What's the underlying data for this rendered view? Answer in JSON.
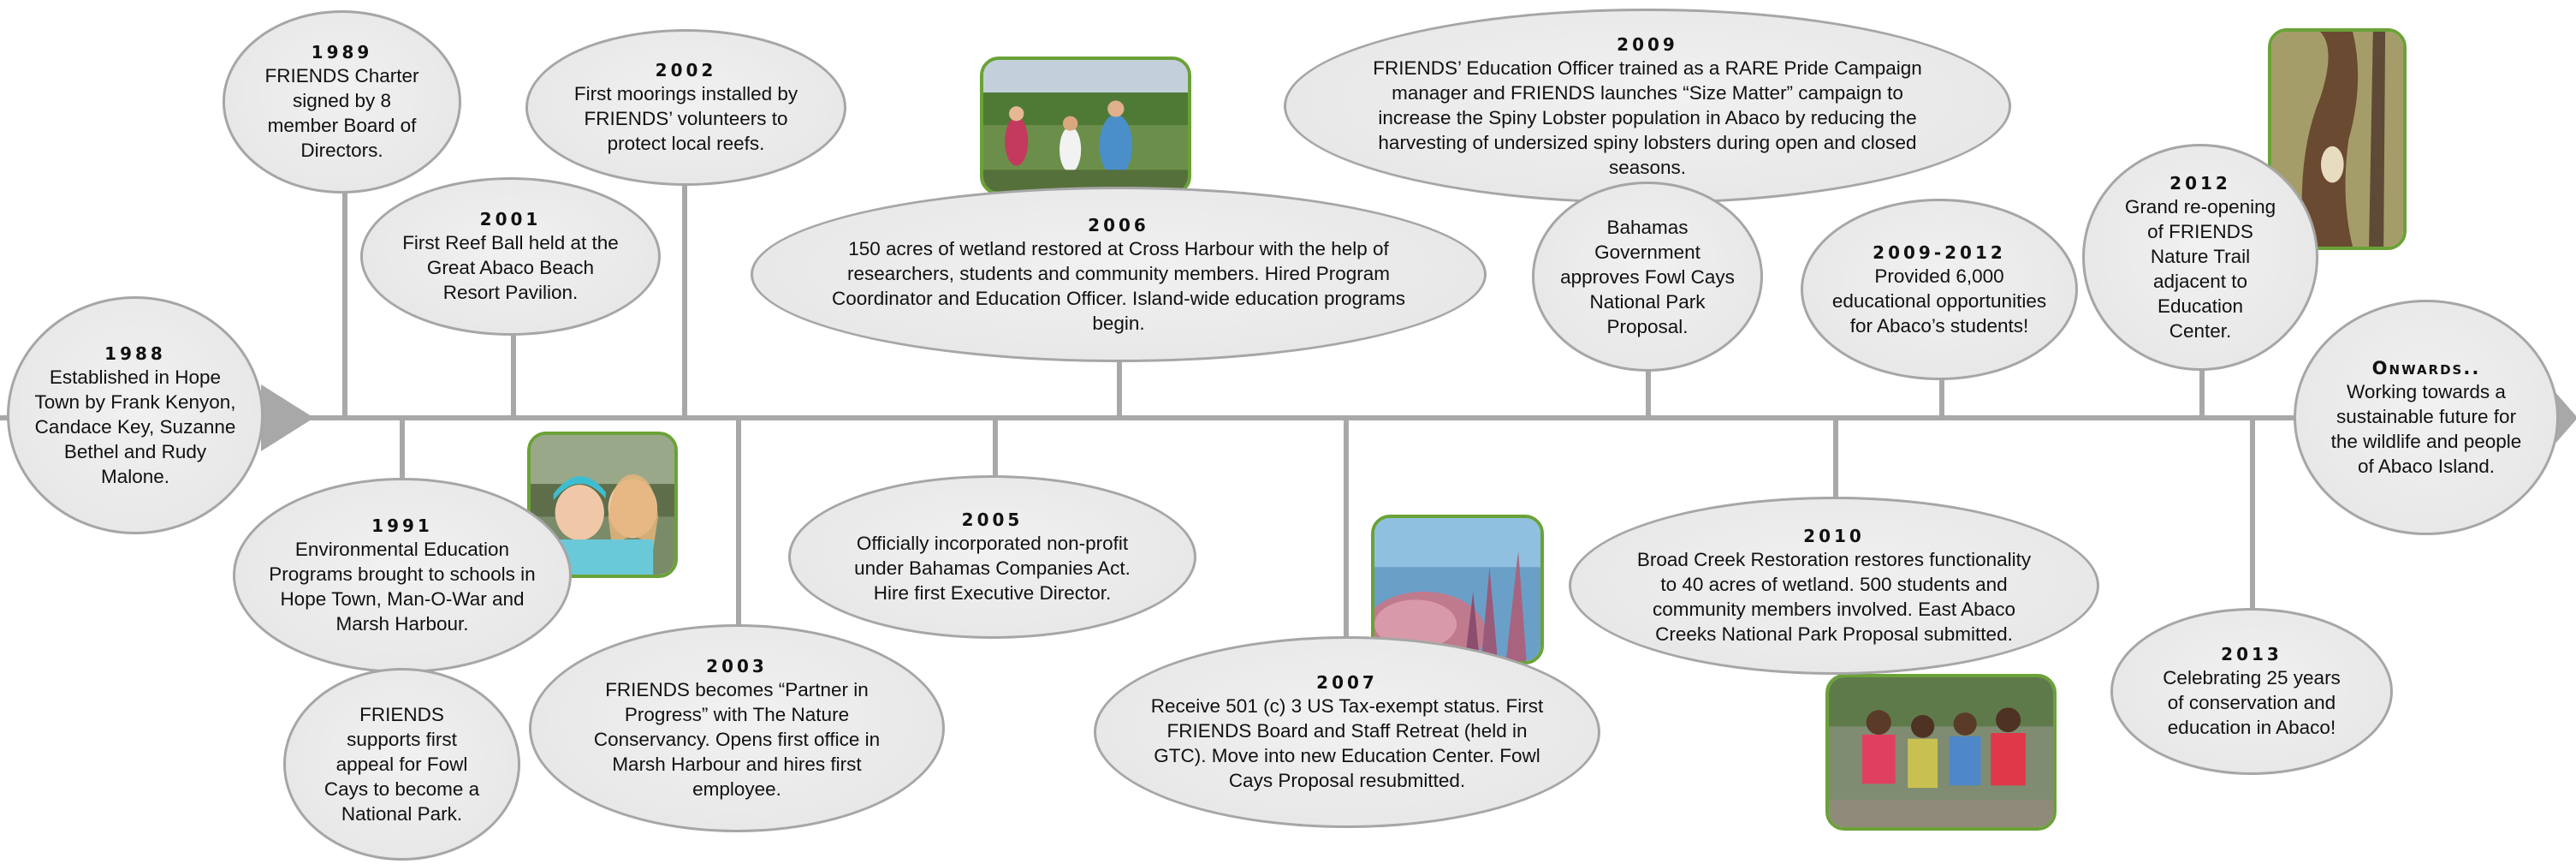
{
  "events": [
    {
      "id": "1988",
      "year": "1988",
      "text": "Established in Hope Town by Frank Kenyon, Candace Key, Suzanne Bethel and Rudy Malone."
    },
    {
      "id": "1989",
      "year": "1989",
      "text": "FRIENDS Charter signed by 8 member Board of Directors."
    },
    {
      "id": "1991",
      "year": "1991",
      "text": "Environmental Education Programs brought to schools in Hope Town, Man-O-War and Marsh Harbour."
    },
    {
      "id": "fowl",
      "year": "",
      "text": "FRIENDS supports first appeal for Fowl Cays to become a National Park."
    },
    {
      "id": "2001",
      "year": "2001",
      "text": "First Reef Ball held at the Great Abaco Beach Resort Pavilion."
    },
    {
      "id": "2002",
      "year": "2002",
      "text": "First moorings installed by FRIENDS’ volunteers to protect local reefs."
    },
    {
      "id": "2003",
      "year": "2003",
      "text": "FRIENDS becomes “Partner in Progress” with The Nature Conservancy. Opens first office in Marsh Harbour and hires first employee."
    },
    {
      "id": "2005",
      "year": "2005",
      "text": "Officially incorporated non-profit under Bahamas Companies Act. Hire first Executive Director."
    },
    {
      "id": "2006",
      "year": "2006",
      "text": "150 acres of wetland restored at Cross Harbour with the help of researchers, students and community members. Hired Program Coordinator and Education Officer. Island-wide education programs begin."
    },
    {
      "id": "2007",
      "year": "2007",
      "text": "Receive 501 (c) 3 US Tax-exempt status. First FRIENDS Board and Staff Retreat (held in GTC). Move into new Education Center. Fowl Cays Proposal resubmitted."
    },
    {
      "id": "2009",
      "year": "2009",
      "text": "FRIENDS’ Education Officer trained as a RARE Pride Campaign manager and FRIENDS launches “Size Matter” campaign to increase the Spiny Lobster population in Abaco by reducing the harvesting of undersized spiny lobsters during open and closed seasons."
    },
    {
      "id": "bahamas",
      "year": "",
      "text": "Bahamas Government approves Fowl Cays National Park Proposal."
    },
    {
      "id": "2010",
      "year": "2010",
      "text": "Broad Creek Restoration restores functionality to 40 acres of wetland. 500 students and community members involved. East Abaco Creeks National Park Proposal submitted."
    },
    {
      "id": "2009-2012",
      "year": "2009-2012",
      "text": "Provided 6,000 educational opportunities for Abaco’s students!"
    },
    {
      "id": "2012",
      "year": "2012",
      "text": "Grand re-opening of FRIENDS Nature Trail adjacent to Education Center."
    },
    {
      "id": "2013",
      "year": "2013",
      "text": "Celebrating 25 years of conservation and education in Abaco!"
    },
    {
      "id": "onwards",
      "year": "Onwards..",
      "text": "Working towards a sustainable future for the wildlife and people of Abaco Island."
    }
  ],
  "photos": [
    {
      "id": "girls",
      "subject": "two-girls-photo"
    },
    {
      "id": "wetland",
      "subject": "wetland-volunteers-photo"
    },
    {
      "id": "coral",
      "subject": "coral-reef-photo"
    },
    {
      "id": "kids",
      "subject": "children-group-photo"
    },
    {
      "id": "tree",
      "subject": "tree-trunk-photo"
    }
  ],
  "colors": {
    "axis": "#a8a8a8",
    "bubble_fill": "#e8e8e8",
    "bubble_border": "#a6a6a6",
    "photo_border": "#6aa237"
  }
}
